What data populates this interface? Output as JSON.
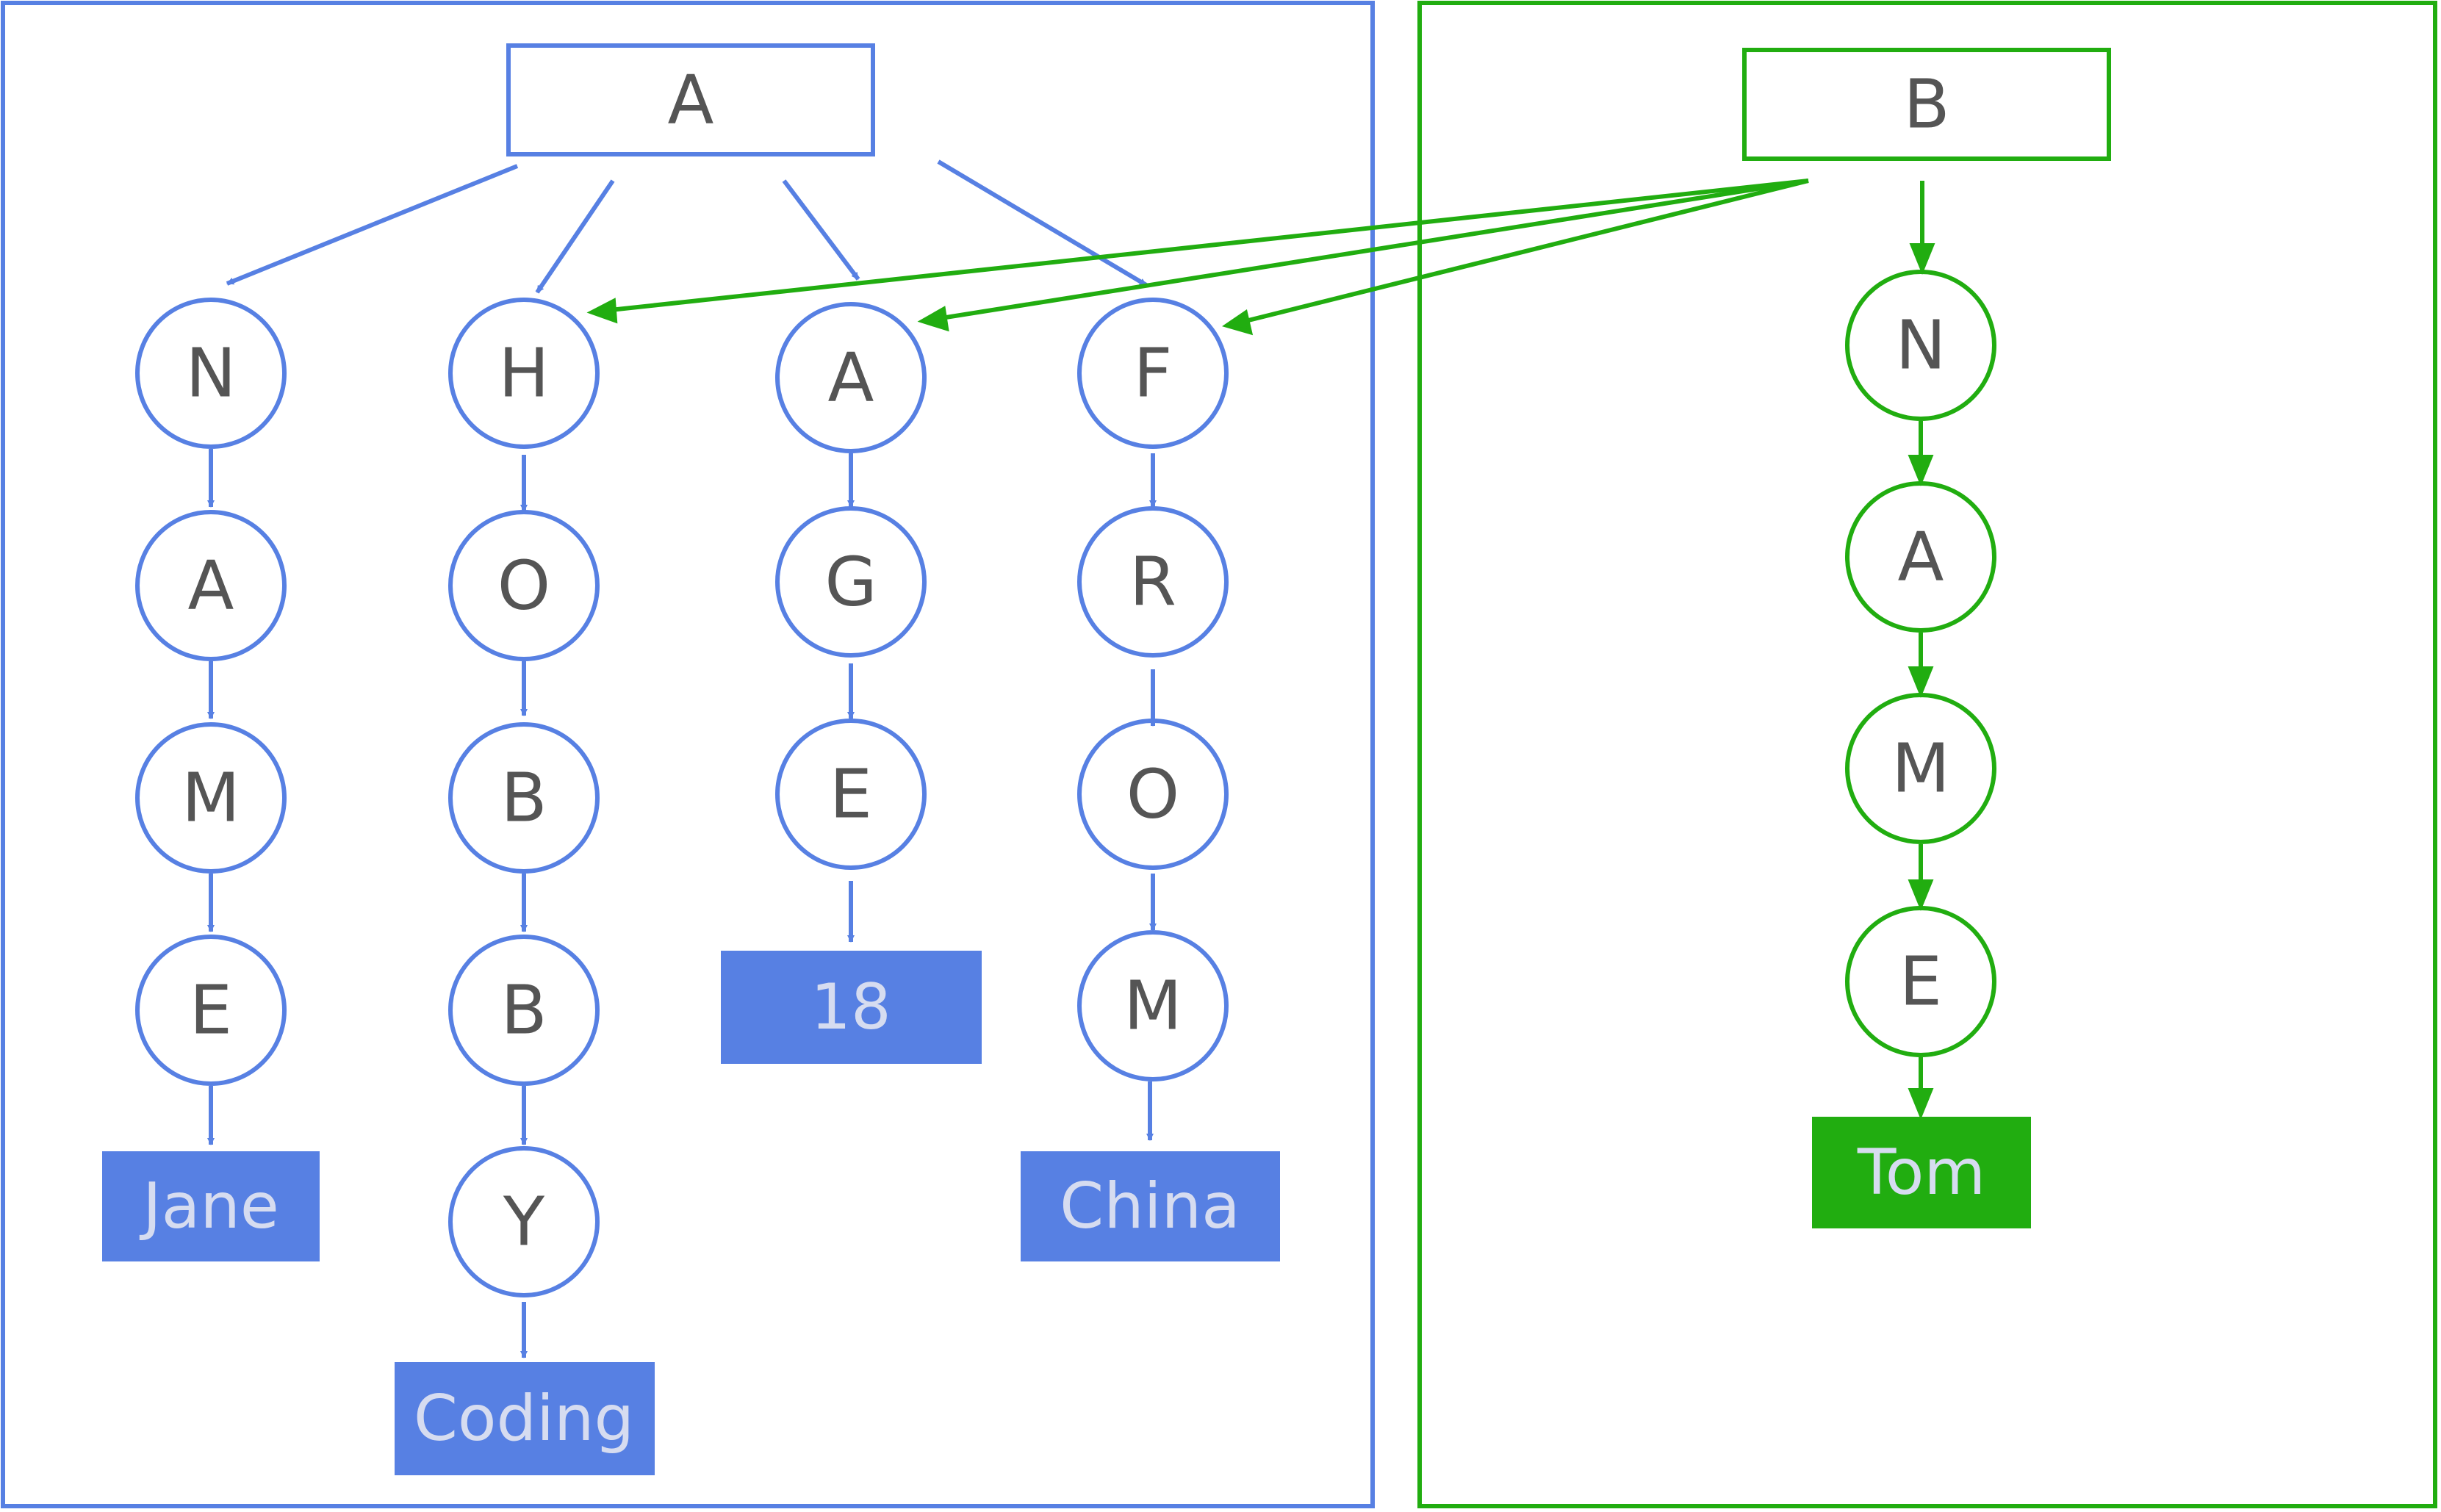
{
  "colors": {
    "blue": "#5780e3",
    "green": "#21ad10",
    "letter": "#555555",
    "value_text": "#d6dcf0"
  },
  "trees": [
    {
      "root": "A",
      "color": "blue",
      "branches": [
        {
          "letters": [
            "N",
            "A",
            "M",
            "E"
          ],
          "value": "Jane"
        },
        {
          "letters": [
            "H",
            "O",
            "B",
            "B",
            "Y"
          ],
          "value": "Coding"
        },
        {
          "letters": [
            "A",
            "G",
            "E"
          ],
          "value": "18"
        },
        {
          "letters": [
            "F",
            "R",
            "O",
            "M"
          ],
          "value": "China"
        }
      ]
    },
    {
      "root": "B",
      "color": "green",
      "branches": [
        {
          "letters": [
            "N",
            "A",
            "M",
            "E"
          ],
          "value": "Tom"
        }
      ],
      "shared_links": [
        "H",
        "A",
        "F"
      ]
    }
  ]
}
